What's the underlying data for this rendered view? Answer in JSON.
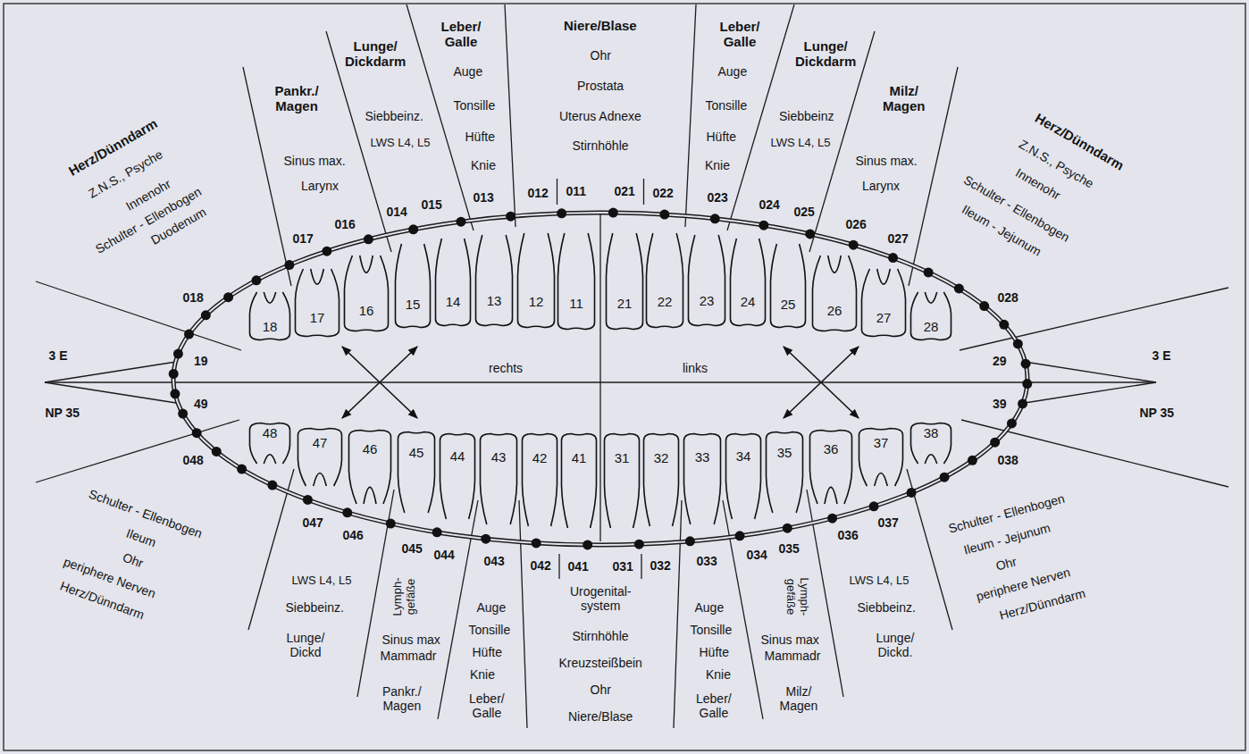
{
  "diagram": {
    "nodes": [
      {
        "text": [
          "18"
        ]
      },
      {
        "text": [
          "17"
        ]
      },
      {
        "text": [
          "16"
        ]
      },
      {
        "text": [
          "15"
        ]
      },
      {
        "text": [
          "14"
        ]
      },
      {
        "text": [
          "13"
        ]
      },
      {
        "text": [
          "12"
        ]
      },
      {
        "text": [
          "11"
        ]
      },
      {
        "text": [
          "21"
        ]
      },
      {
        "text": [
          "22"
        ]
      },
      {
        "text": [
          "23"
        ]
      },
      {
        "text": [
          "24"
        ]
      },
      {
        "text": [
          "25"
        ]
      },
      {
        "text": [
          "26"
        ]
      },
      {
        "text": [
          "27"
        ]
      },
      {
        "text": [
          "28"
        ]
      },
      {
        "text": [
          "48"
        ]
      },
      {
        "text": [
          "47"
        ]
      },
      {
        "text": [
          "46"
        ]
      },
      {
        "text": [
          "45"
        ]
      },
      {
        "text": [
          "44"
        ]
      },
      {
        "text": [
          "43"
        ]
      },
      {
        "text": [
          "42"
        ]
      },
      {
        "text": [
          "41"
        ]
      },
      {
        "text": [
          "31"
        ]
      },
      {
        "text": [
          "32"
        ]
      },
      {
        "text": [
          "33"
        ]
      },
      {
        "text": [
          "34"
        ]
      },
      {
        "text": [
          "35"
        ]
      },
      {
        "text": [
          "36"
        ]
      },
      {
        "text": [
          "37"
        ]
      },
      {
        "text": [
          "38"
        ]
      }
    ],
    "labels": [
      "Herz/Dünndarm",
      "Z.N.S., Psyche",
      "Innenohr",
      "Schulter - Ellenbogen",
      "Duodenum",
      "Pankr./ Magen",
      "Sinus max.",
      "Larynx",
      "Lunge/ Dickdarm",
      "Siebbeinz.",
      "LWS L4, L5",
      "Leber/ Galle",
      "Auge",
      "Tonsille",
      "Hüfte",
      "Knie",
      "Niere/Blase",
      "Ohr",
      "Prostata",
      "Uterus Adnexe",
      "Stirnhöhle",
      "Leber/ Galle",
      "Auge",
      "Tonsille",
      "Hüfte",
      "Knie",
      "Lunge/ Dickdarm",
      "Siebbeinz",
      "LWS L4, L5",
      "Milz/ Magen",
      "Sinus max.",
      "Larynx",
      "Herz/Dünndarm",
      "Z.N.S., Psyche",
      "Innenohr",
      "Schulter - Ellenbogen",
      "Ileum - Jejunum",
      "018",
      "017",
      "016",
      "014",
      "015",
      "013",
      "012",
      "011",
      "021",
      "022",
      "023",
      "024",
      "025",
      "026",
      "027",
      "028",
      "19",
      "3 E",
      "NP 35",
      "49",
      "29",
      "3 E",
      "NP 35",
      "39",
      "rechts",
      "links",
      "048",
      "047",
      "046",
      "045",
      "044",
      "043",
      "042",
      "041",
      "031",
      "032",
      "033",
      "034",
      "035",
      "036",
      "037",
      "038",
      "Schulter - Ellenbogen",
      "Ileum",
      "Ohr",
      "periphere Nerven",
      "Herz/Dünndarm",
      "LWS L4, L5",
      "Siebbeinz.",
      "Lunge/ Dickd",
      "Lymph- gefäße",
      "Sinus max",
      "Mammadr",
      "Pankr./ Magen",
      "Auge",
      "Tonsille",
      "Hüfte",
      "Knie",
      "Leber/ Galle",
      "Urogenital- system",
      "Stirnhöhle",
      "Kreuzsteißbein",
      "Ohr",
      "Niere/Blase",
      "Auge",
      "Tonsille",
      "Hüfte",
      "Knie",
      "Leber/ Galle",
      "Lymph- gefäße",
      "Sinus max",
      "Mammadr",
      "Milz/ Magen",
      "LWS L4, L5",
      "Siebbeinz.",
      "Lunge/ Dickd.",
      "Schulter - Ellenbogen",
      "Ileum - Jejunum",
      "Ohr",
      "periphere Nerven",
      "Herz/Dünndarm"
    ]
  }
}
